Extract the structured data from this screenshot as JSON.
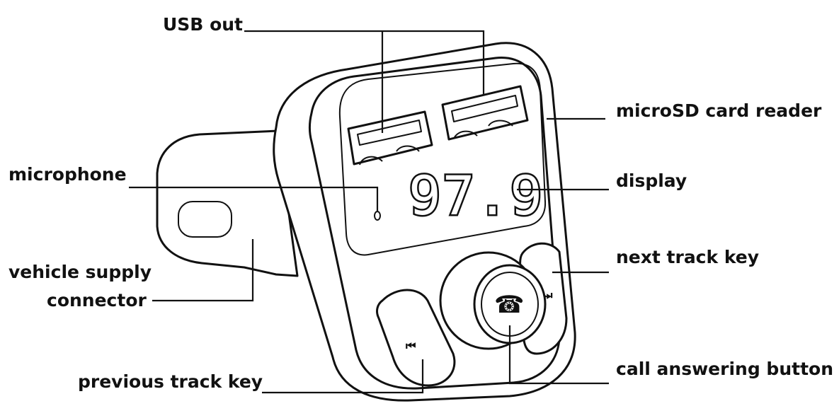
{
  "labels": {
    "usb_out": "USB out",
    "microsd": "microSD card reader",
    "microphone": "microphone",
    "display": "display",
    "vehicle_supply_1": "vehicle supply",
    "vehicle_supply_2": "connector",
    "next_track": "next track key",
    "previous_track": "previous track key",
    "call_answer": "call answering button"
  },
  "display_value": "97.9",
  "colors": {
    "ink": "#111111",
    "background": "#ffffff"
  },
  "icons": {
    "prev": "rewind-icon",
    "next": "fast-forward-icon",
    "call": "phone-handset-icon"
  }
}
